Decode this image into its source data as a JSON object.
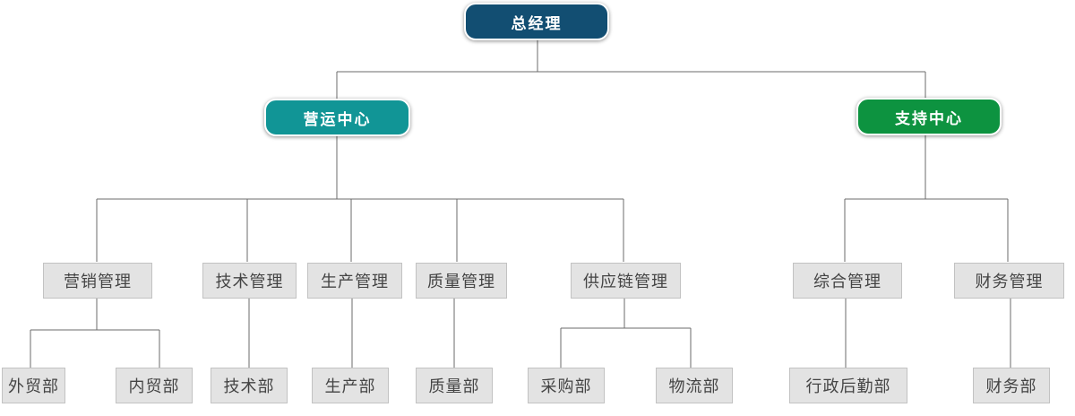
{
  "colors": {
    "root": "#124e72",
    "ops_center": "#119596",
    "support_center": "#0d9340"
  },
  "org": {
    "root": "总经理",
    "centers": [
      {
        "label": "营运中心",
        "departments": [
          {
            "label": "营销管理",
            "units": [
              "外贸部",
              "内贸部"
            ]
          },
          {
            "label": "技术管理",
            "units": [
              "技术部"
            ]
          },
          {
            "label": "生产管理",
            "units": [
              "生产部"
            ]
          },
          {
            "label": "质量管理",
            "units": [
              "质量部"
            ]
          },
          {
            "label": "供应链管理",
            "units": [
              "采购部",
              "物流部"
            ]
          }
        ]
      },
      {
        "label": "支持中心",
        "departments": [
          {
            "label": "综合管理",
            "units": [
              "行政后勤部"
            ]
          },
          {
            "label": "财务管理",
            "units": [
              "财务部"
            ]
          }
        ]
      }
    ]
  }
}
